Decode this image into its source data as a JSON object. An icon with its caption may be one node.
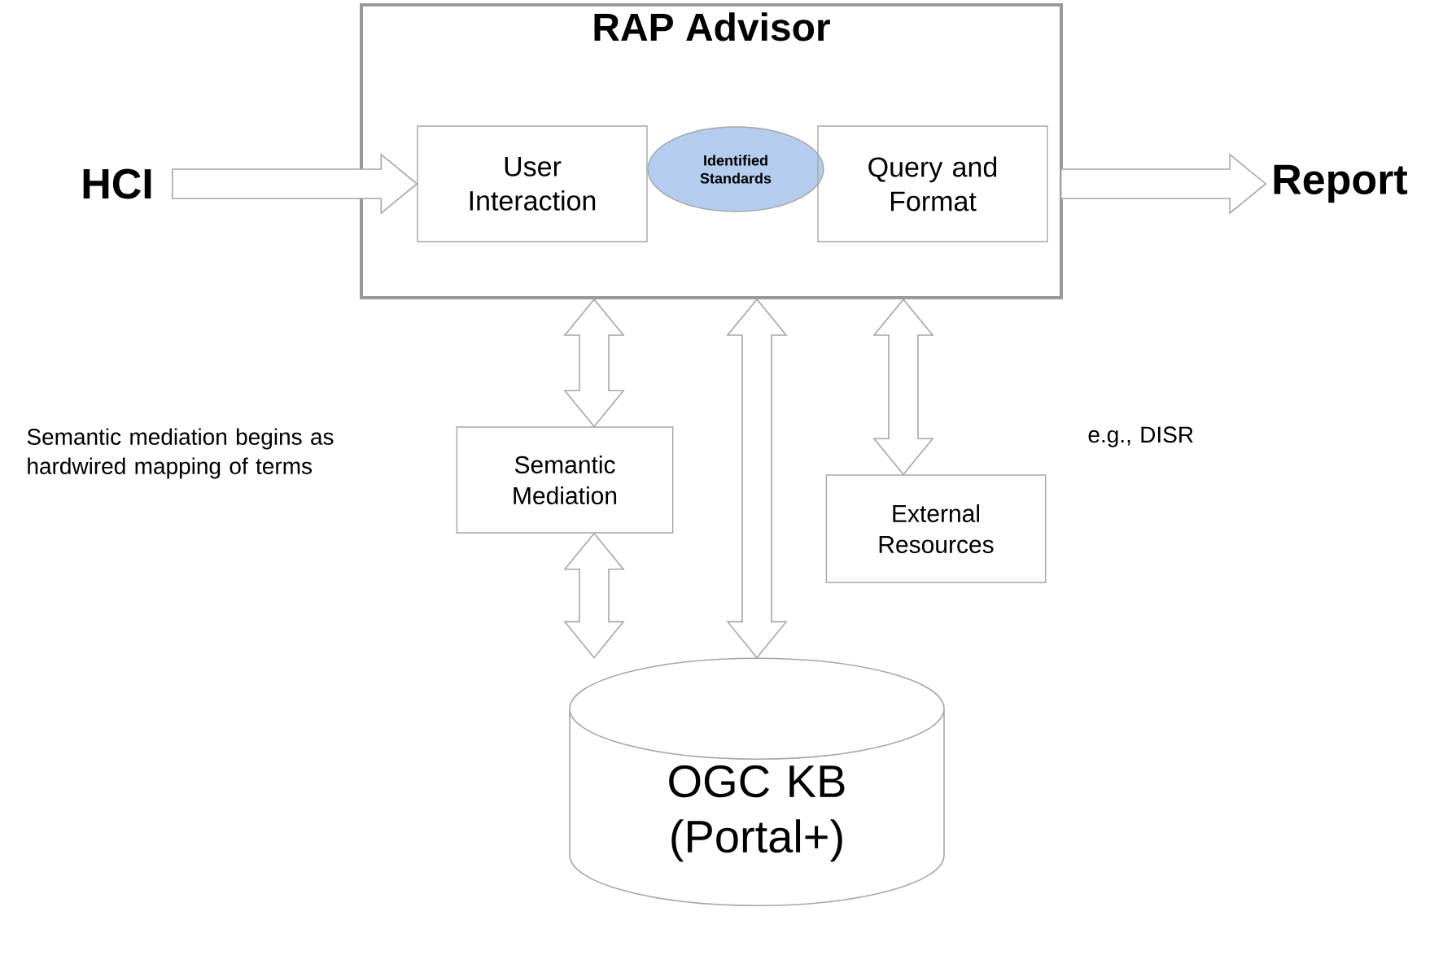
{
  "diagram": {
    "nodes": [
      {
        "text": [
          "RAP Advisor"
        ]
      },
      {
        "text": [
          "User Interaction"
        ],
        "in": 0
      },
      {
        "text": [
          "Identified Standards"
        ],
        "in": 0
      },
      {
        "text": [
          "Query and Format"
        ],
        "in": 0
      },
      {
        "text": [
          "HCI"
        ]
      },
      {
        "text": [
          "Report"
        ]
      },
      {
        "text": [
          "Semantic Mediation"
        ]
      },
      {
        "text": [
          "External Resources"
        ]
      },
      {
        "text": [
          "OGC KB (Portal+)"
        ]
      }
    ],
    "edges": [
      {
        "from": 4,
        "to": 1,
        "arrow": "to"
      },
      {
        "from": 3,
        "to": 5,
        "arrow": "to"
      },
      {
        "from": 0,
        "to": 6,
        "arrow": "both"
      },
      {
        "from": 6,
        "to": 8,
        "arrow": "both"
      },
      {
        "from": 0,
        "to": 8,
        "arrow": "both"
      },
      {
        "from": 0,
        "to": 7,
        "arrow": "both"
      }
    ],
    "labels": [
      "Semantic mediation begins as hardwired mapping of terms",
      "e.g., DISR"
    ]
  }
}
